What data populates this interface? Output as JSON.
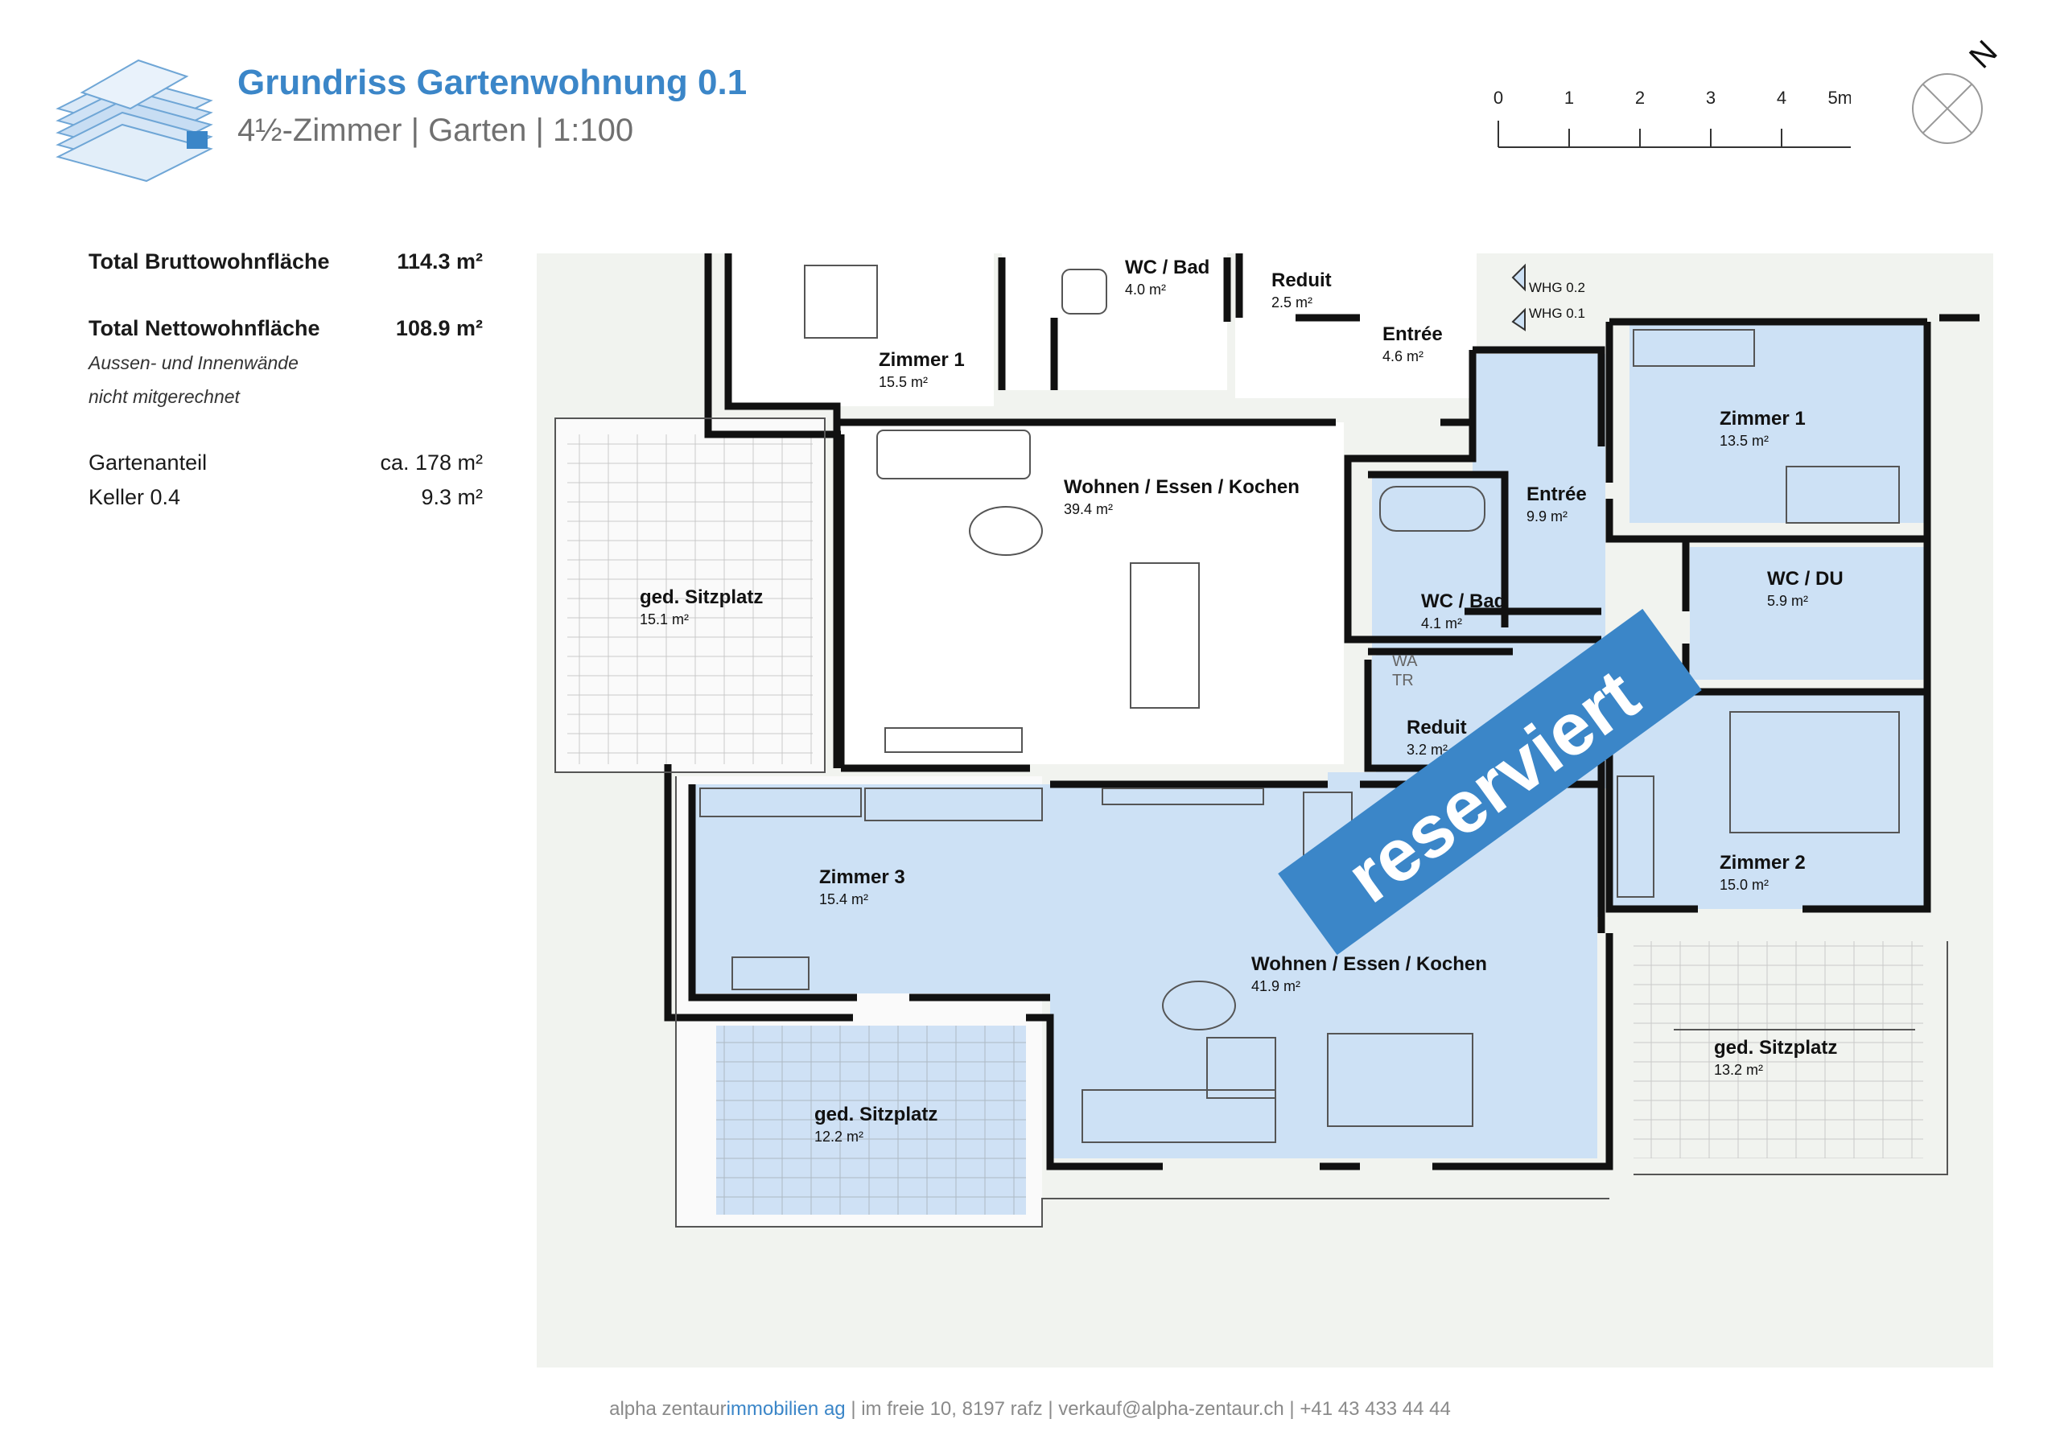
{
  "header": {
    "title": "Grundriss Gartenwohnung 0.1",
    "subtitle": "4½-Zimmer | Garten | 1:100"
  },
  "scale": {
    "ticks": [
      "0",
      "1",
      "2",
      "3",
      "4",
      "5m"
    ]
  },
  "compass": {
    "north_label": "N"
  },
  "stats": {
    "brutto_label": "Total Bruttowohnfläche",
    "brutto_value": "114.3 m²",
    "netto_label": "Total Nettowohnfläche",
    "netto_value": "108.9 m²",
    "note_line1": "Aussen- und Innenwände",
    "note_line2": "nicht mitgerechnet",
    "garden_label": "Gartenanteil",
    "garden_value": "ca. 178 m²",
    "cellar_label": "Keller 0.4",
    "cellar_value": "9.3 m²"
  },
  "plan": {
    "stamp": "reserviert",
    "door_labels": [
      "WHG 0.2",
      "WHG 0.1"
    ],
    "appliance_labels": [
      "WA",
      "TR"
    ],
    "rooms": [
      {
        "name": "WC / Bad",
        "area": "4.0 m²",
        "highlight": false
      },
      {
        "name": "Reduit",
        "area": "2.5 m²",
        "highlight": false
      },
      {
        "name": "Entrée",
        "area": "4.6 m²",
        "highlight": false
      },
      {
        "name": "Zimmer 1",
        "area": "15.5 m²",
        "highlight": false
      },
      {
        "name": "Wohnen / Essen / Kochen",
        "area": "39.4 m²",
        "highlight": false
      },
      {
        "name": "ged. Sitzplatz",
        "area": "15.1 m²",
        "highlight": false
      },
      {
        "name": "Zimmer 1",
        "area": "13.5 m²",
        "highlight": true
      },
      {
        "name": "Entrée",
        "area": "9.9 m²",
        "highlight": true
      },
      {
        "name": "WC / Bad",
        "area": "4.1 m²",
        "highlight": true
      },
      {
        "name": "WC / DU",
        "area": "5.9 m²",
        "highlight": true
      },
      {
        "name": "Reduit",
        "area": "3.2 m²",
        "highlight": true
      },
      {
        "name": "Zimmer 3",
        "area": "15.4 m²",
        "highlight": true
      },
      {
        "name": "Zimmer 2",
        "area": "15.0 m²",
        "highlight": true
      },
      {
        "name": "Wohnen / Essen / Kochen",
        "area": "41.9 m²",
        "highlight": true
      },
      {
        "name": "ged. Sitzplatz",
        "area": "12.2 m²",
        "highlight": true
      },
      {
        "name": "ged. Sitzplatz",
        "area": "13.2 m²",
        "highlight": false
      }
    ]
  },
  "footer": {
    "company_a": "alpha zentaur",
    "company_b": "immobilien ag",
    "contact": " | im freie 10, 8197 rafz | verkauf@alpha-zentaur.ch | +41 43 433 44 44"
  }
}
